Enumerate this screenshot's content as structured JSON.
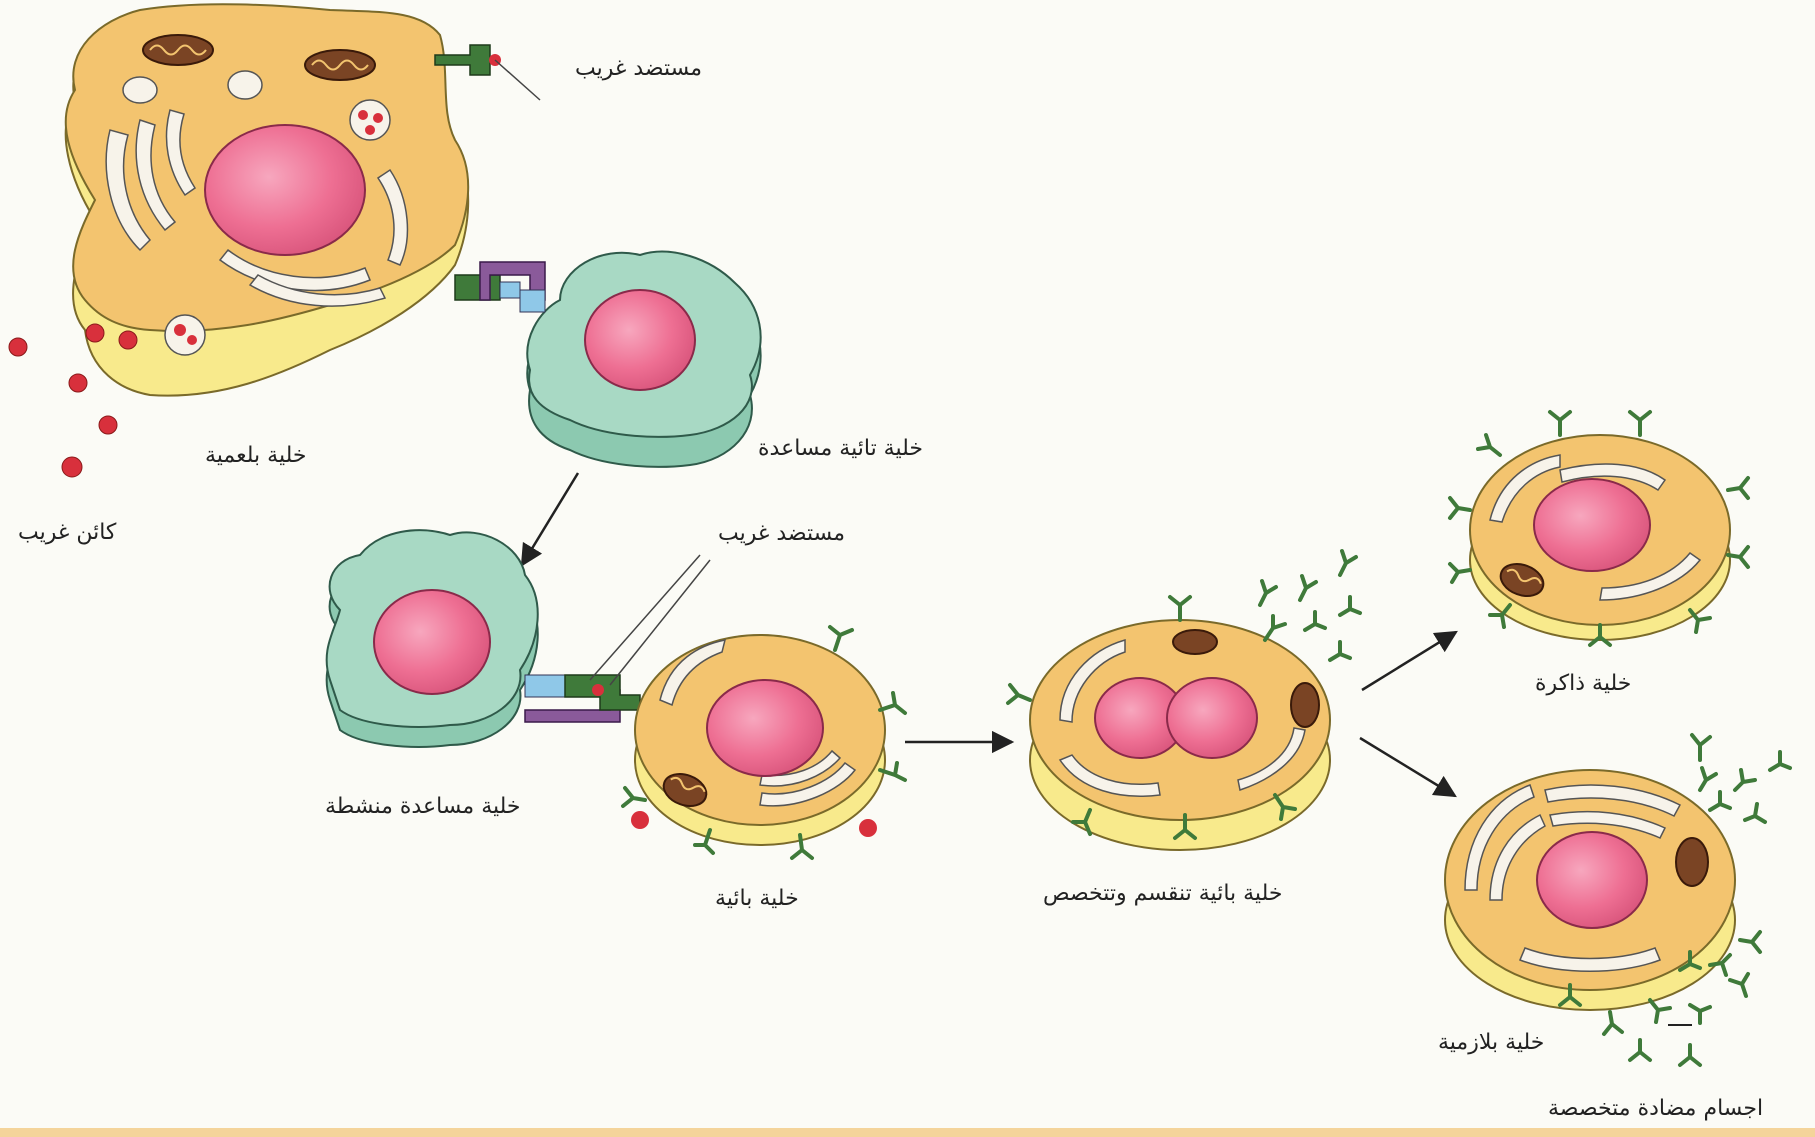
{
  "labels": {
    "antigen_top": "مستضد غريب",
    "macrophage": "خلية بلعمية",
    "foreign_organism": "كائن غريب",
    "helper_t": "خلية تائية مساعدة",
    "antigen_mid": "مستضد غريب",
    "activated_helper": "خلية مساعدة منشطة",
    "b_cell": "خلية بائية",
    "b_dividing": "خلية بائية تنقسم وتتخصص",
    "memory_cell": "خلية ذاكرة",
    "plasma_cell": "خلية بلازمية",
    "antibodies": "اجسام مضادة متخصصة"
  },
  "colors": {
    "cytoplasm": "#f3c46f",
    "cell_base": "#f8ea8c",
    "nucleus": "#ee6f93",
    "helper_cell": "#a8d9c4",
    "receptor": "#3f7a3a",
    "antigen_dot": "#d8303c",
    "organelle_white": "#f7f3ea",
    "mitochondria": "#7a4424"
  }
}
